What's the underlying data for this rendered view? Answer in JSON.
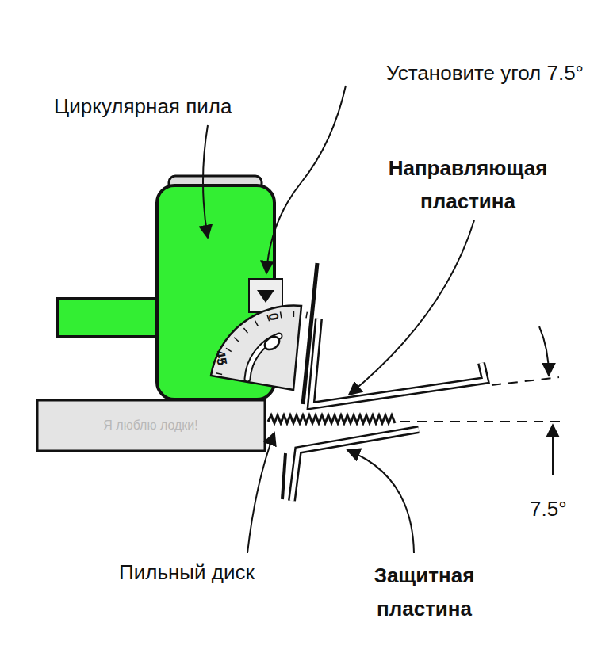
{
  "diagram": {
    "labels": [
      "Установите угол 7.5°",
      "Циркулярная пила",
      "Направляющая пластина",
      "Пильный диск",
      "Защитная пластина",
      "7.5°",
      "0",
      "45",
      "Я люблю лодки!"
    ]
  }
}
